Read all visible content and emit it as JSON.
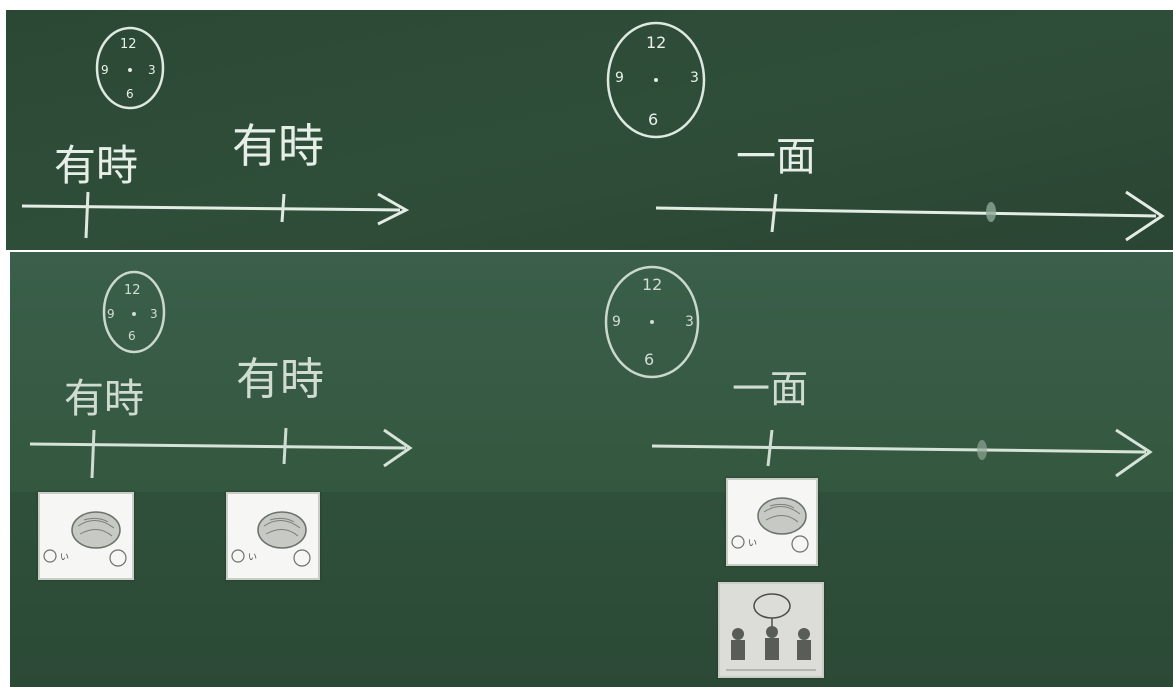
{
  "clock_numbers": {
    "twelve": "12",
    "three": "3",
    "six": "6",
    "nine": "9"
  },
  "board_words": {
    "left_first": "有時",
    "left_second": "有時",
    "right_first": "一面"
  },
  "card_labels": {
    "dot_label": "い"
  }
}
